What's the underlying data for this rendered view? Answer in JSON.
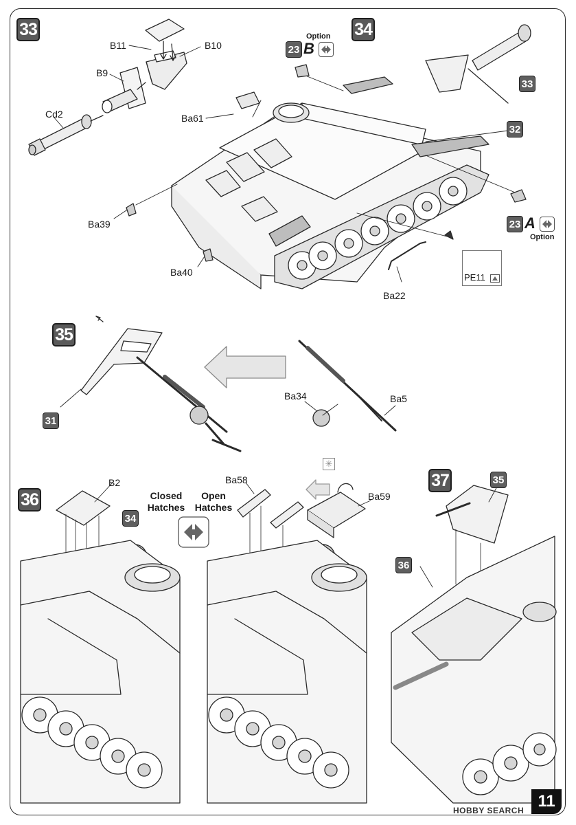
{
  "page": {
    "number": "11",
    "watermark": "HOBBY SEARCH"
  },
  "steps": [
    {
      "id": "33",
      "badge": "33"
    },
    {
      "id": "34",
      "badge": "34"
    },
    {
      "id": "35",
      "badge": "35"
    },
    {
      "id": "36",
      "badge": "36"
    },
    {
      "id": "37",
      "badge": "37"
    }
  ],
  "step33": {
    "labels": {
      "b11": "B11",
      "b10": "B10",
      "b9": "B9",
      "cd2": "Cd2"
    }
  },
  "step34": {
    "labels": {
      "ba61": "Ba61",
      "ba39": "Ba39",
      "ba40": "Ba40",
      "ba22": "Ba22",
      "pe11": "PE11"
    },
    "refs": {
      "r33": "33",
      "r32": "32"
    },
    "option_b": {
      "ref": "23",
      "letter": "B",
      "word": "Option"
    },
    "option_a": {
      "ref": "23",
      "letter": "A",
      "word": "Option"
    }
  },
  "step35": {
    "labels": {
      "ba34": "Ba34",
      "ba5": "Ba5"
    },
    "refs": {
      "r31": "31"
    }
  },
  "step36": {
    "labels": {
      "b2": "B2",
      "ba58": "Ba58",
      "ba59": "Ba59"
    },
    "refs": {
      "r34": "34"
    },
    "closed_hatches": "Closed Hatches",
    "open_hatches": "Open Hatches",
    "star": "✳"
  },
  "step37": {
    "refs": {
      "r35": "35",
      "r36": "36"
    }
  },
  "colors": {
    "badge": "#5a5a5a",
    "line": "#2a2a2a",
    "arrow_fill": "#e6e6e6"
  }
}
